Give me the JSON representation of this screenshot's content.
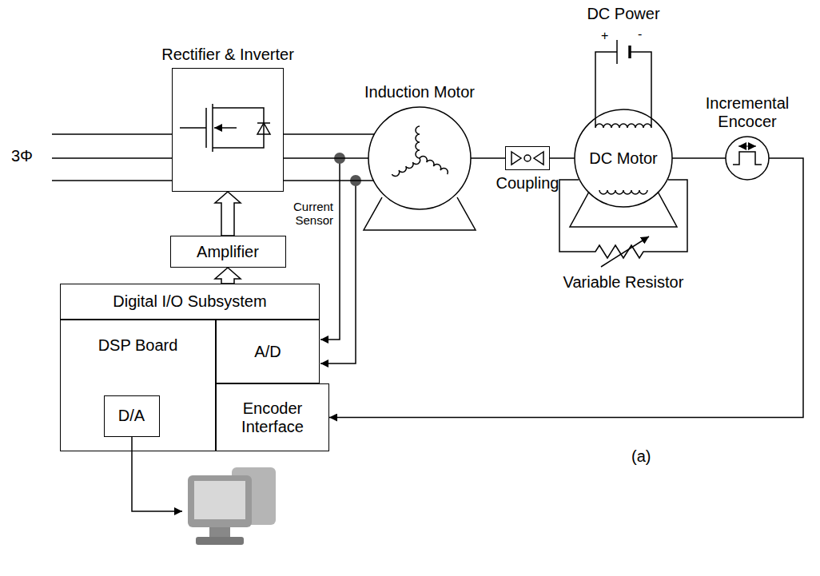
{
  "diagram": {
    "nodes": [
      {
        "text": [
          "Rectifier & Inverter"
        ]
      },
      {
        "text": [
          "Induction Motor"
        ]
      },
      {
        "text": [
          "Coupling"
        ]
      },
      {
        "text": [
          "DC Motor"
        ]
      },
      {
        "text": [
          "Incremental Encocer"
        ]
      },
      {
        "text": [
          "Amplifier"
        ]
      },
      {
        "text": [
          "Digital I/O Subsystem"
        ]
      },
      {
        "text": [
          "DSP Board"
        ]
      },
      {
        "text": [
          "D/A"
        ],
        "in": 7
      },
      {
        "text": [
          "A/D"
        ]
      },
      {
        "text": [
          "Encoder Interface"
        ]
      }
    ],
    "edges": [
      {
        "from": 0,
        "to": 1,
        "arrow": "none"
      },
      {
        "from": 0,
        "to": 1,
        "arrow": "none"
      },
      {
        "from": 0,
        "to": 1,
        "arrow": "none"
      },
      {
        "from": 1,
        "to": 2,
        "arrow": "none"
      },
      {
        "from": 2,
        "to": 3,
        "arrow": "none"
      },
      {
        "from": 3,
        "to": 4,
        "arrow": "none"
      },
      {
        "from": 4,
        "to": 10,
        "arrow": "to"
      },
      {
        "from": 6,
        "to": 5,
        "arrow": "to"
      },
      {
        "from": 5,
        "to": 0,
        "arrow": "to"
      }
    ],
    "labels": [
      "3Φ",
      "Current Sensor",
      "DC Power",
      "+",
      "-",
      "Variable Resistor",
      "(a)"
    ]
  }
}
